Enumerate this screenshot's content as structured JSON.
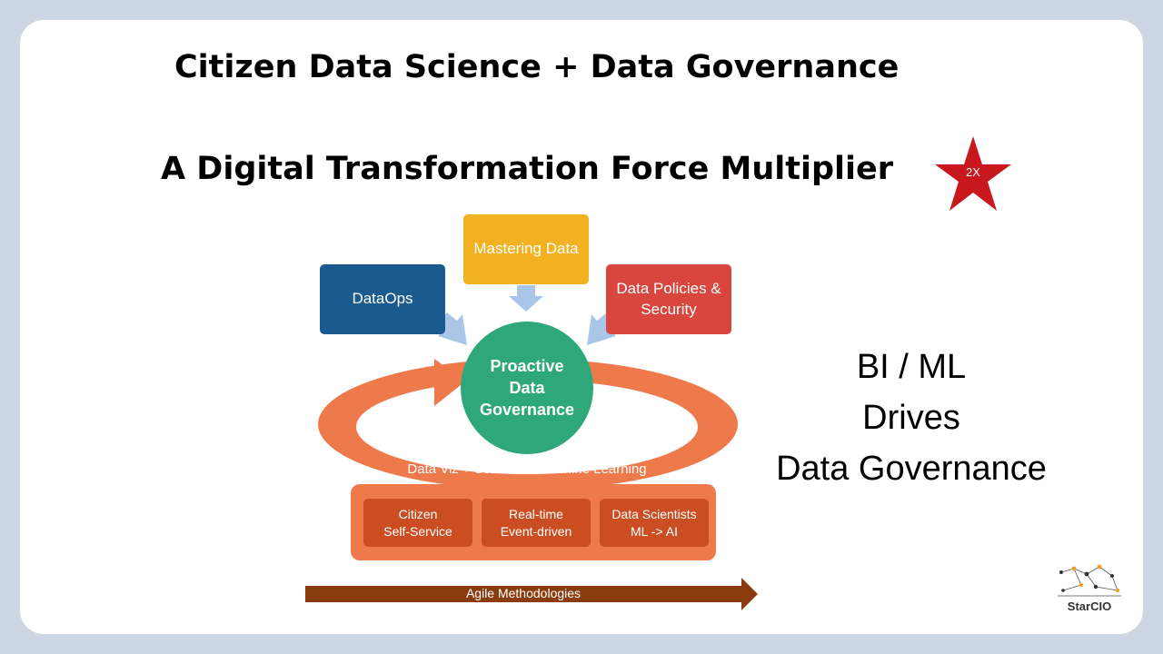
{
  "header": {
    "title": "Citizen Data Science + Data Governance",
    "subtitle": "A Digital Transformation Force Multiplier",
    "badge": "2X"
  },
  "diagram": {
    "inputs": [
      {
        "label": "Mastering Data",
        "color": "#f2b120"
      },
      {
        "label": "DataOps",
        "color": "#1b5a8f"
      },
      {
        "label": "Data Policies & Security",
        "color": "#d9463e"
      }
    ],
    "core": {
      "label": "Proactive Data Governance",
      "color": "#2ea87a"
    },
    "loop_label": "Data Viz + Science + Machine Learning",
    "components": [
      {
        "line1": "Citizen",
        "line2": "Self-Service"
      },
      {
        "line1": "Real-time",
        "line2": "Event-driven"
      },
      {
        "line1": "Data Scientists",
        "line2": "ML -> AI"
      }
    ],
    "timeline_label": "Agile Methodologies"
  },
  "statement": {
    "line1": "BI / ML",
    "line2": "Drives",
    "line3": "Data Governance"
  },
  "logo": {
    "text": "StarCIO"
  },
  "colors": {
    "loop": "#ee7a4c",
    "component": "#cb4e23",
    "timeline": "#8a3c0f",
    "star": "#c8171d",
    "input_arrow": "#a9c6e8"
  }
}
